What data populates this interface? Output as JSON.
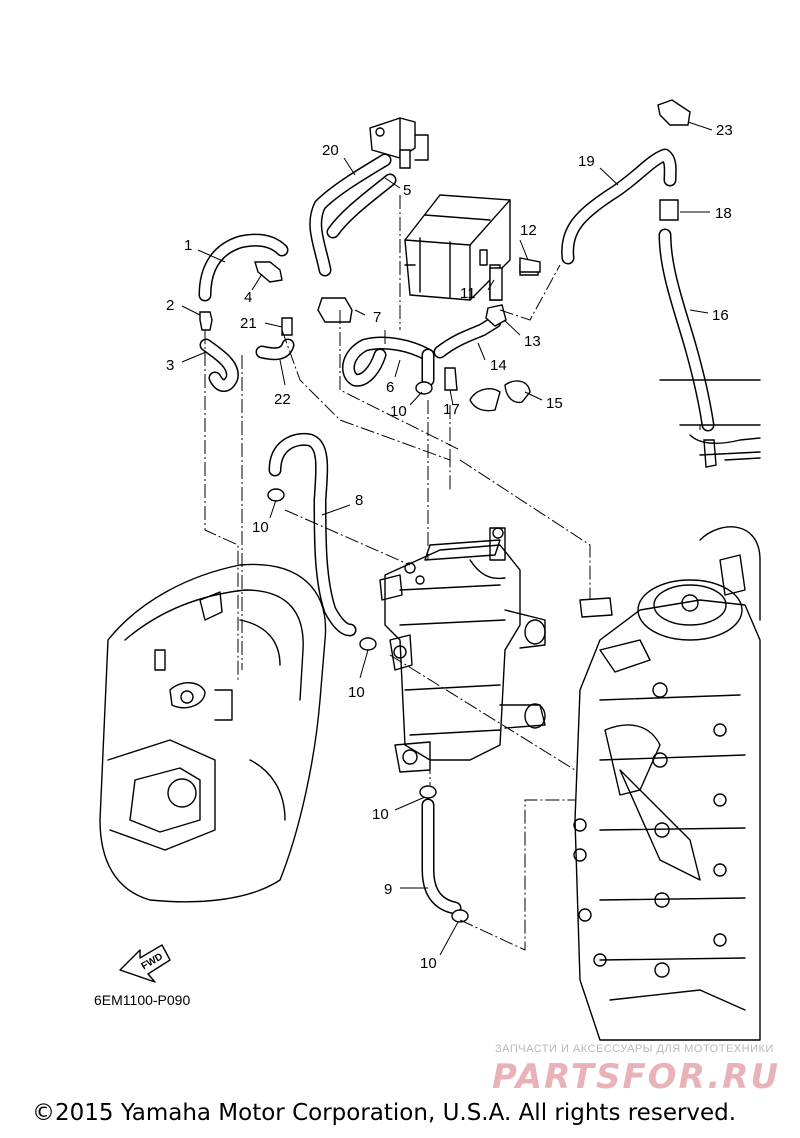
{
  "diagram": {
    "callouts": {
      "c1": "1",
      "c2": "2",
      "c3": "3",
      "c4": "4",
      "c5": "5",
      "c6": "6",
      "c7": "7",
      "c8": "8",
      "c9": "9",
      "c10a": "10",
      "c10b": "10",
      "c10c": "10",
      "c10d": "10",
      "c10e": "10",
      "c11": "11",
      "c12": "12",
      "c13": "13",
      "c14": "14",
      "c15": "15",
      "c16": "16",
      "c17": "17",
      "c18": "18",
      "c19": "19",
      "c20": "20",
      "c21": "21",
      "c22": "22",
      "c23": "23"
    },
    "fwd_label": "FWD",
    "drawing_code": "6EM1100-P090"
  },
  "watermark": {
    "tagline": "ЗАПЧАСТИ И АКСЕССУАРЫ ДЛЯ МОТОТЕХНИКИ",
    "brand": "PARTSFOR.RU"
  },
  "footer": {
    "copyright": "©2015 Yamaha Motor Corporation, U.S.A. All rights reserved."
  }
}
